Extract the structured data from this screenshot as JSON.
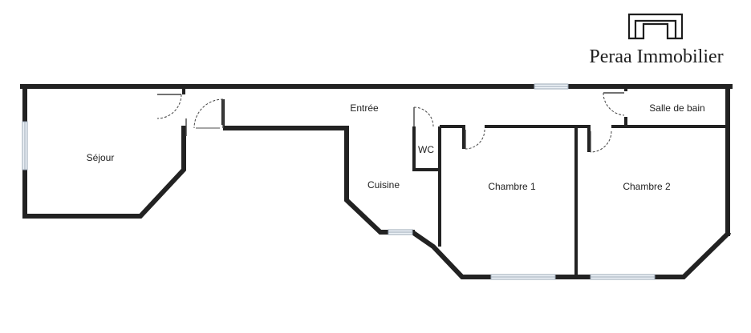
{
  "brand": {
    "name": "Peraa Immobilier",
    "logo_icon": "house-outline-icon"
  },
  "rooms": {
    "sejour": "Séjour",
    "entree": "Entrée",
    "salle_de_bain": "Salle de bain",
    "wc": "WC",
    "cuisine": "Cuisine",
    "chambre_1": "Chambre 1",
    "chambre_2": "Chambre 2"
  },
  "colors": {
    "wall": "#222222",
    "window": "#9aa7b5",
    "background": "#ffffff"
  }
}
